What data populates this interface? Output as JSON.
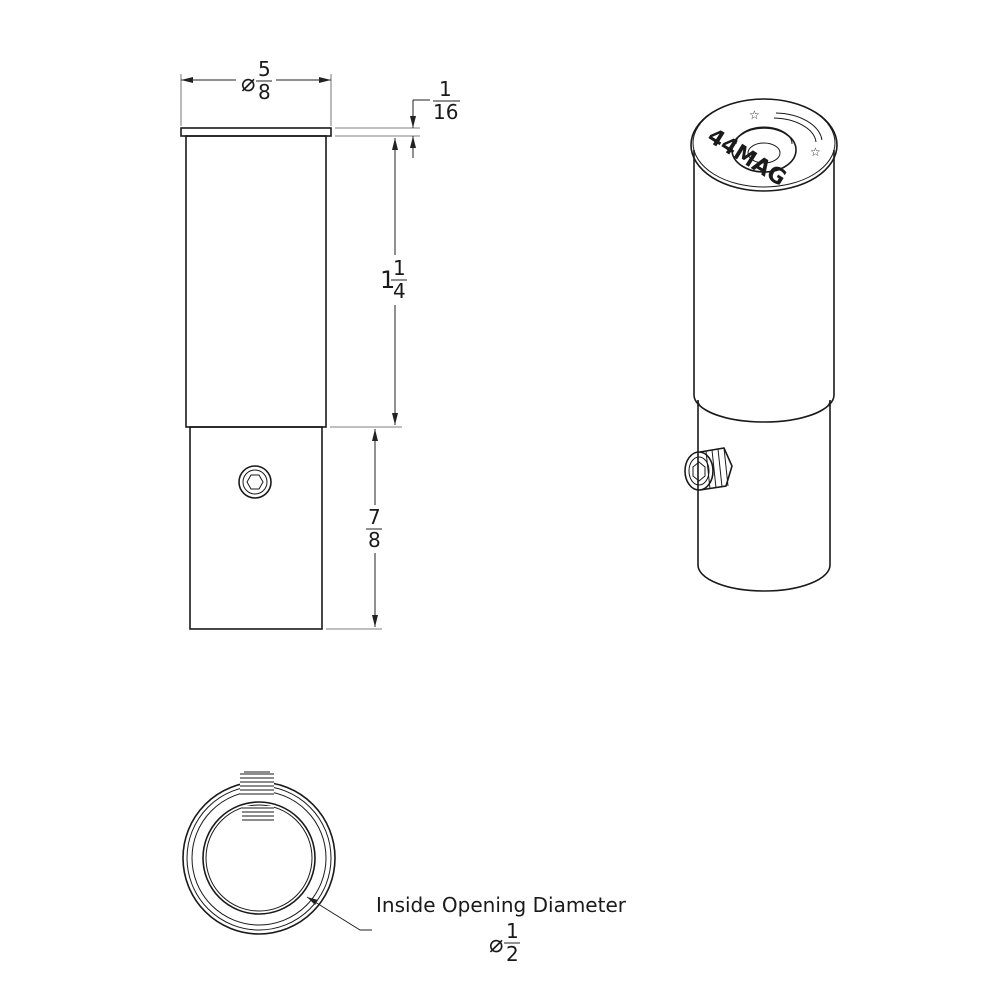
{
  "dimensions": {
    "outer_diameter": {
      "symbol": "⌀",
      "numerator": "5",
      "denominator": "8"
    },
    "flange_thickness": {
      "numerator": "1",
      "denominator": "16"
    },
    "upper_length": {
      "whole": "1",
      "numerator": "1",
      "denominator": "4"
    },
    "lower_length": {
      "numerator": "7",
      "denominator": "8"
    },
    "inside_opening": {
      "label": "Inside Opening Diameter",
      "symbol": "⌀",
      "numerator": "1",
      "denominator": "2"
    }
  },
  "engraving": {
    "brand": "44MAG",
    "star_glyph": "☆"
  }
}
